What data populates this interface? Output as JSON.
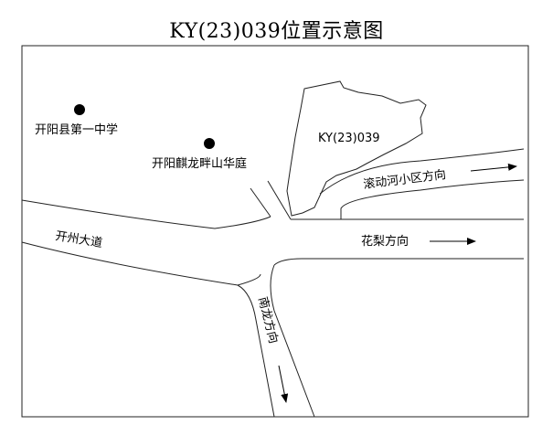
{
  "title": "KY(23)039位置示意图",
  "parcel_label": "KY(23)039",
  "landmarks": [
    {
      "name": "开阳县第一中学"
    },
    {
      "name": "开阳麒龙畔山华庭"
    }
  ],
  "roads": [
    {
      "name": "开州大道"
    },
    {
      "name": "滚动河小区方向"
    },
    {
      "name": "花梨方向"
    },
    {
      "name": "南龙方向"
    }
  ],
  "colors": {
    "line": "#222222",
    "marker": "#000000",
    "background": "#ffffff"
  },
  "icons": [
    "landmark-dot-icon",
    "direction-arrow-icon"
  ]
}
